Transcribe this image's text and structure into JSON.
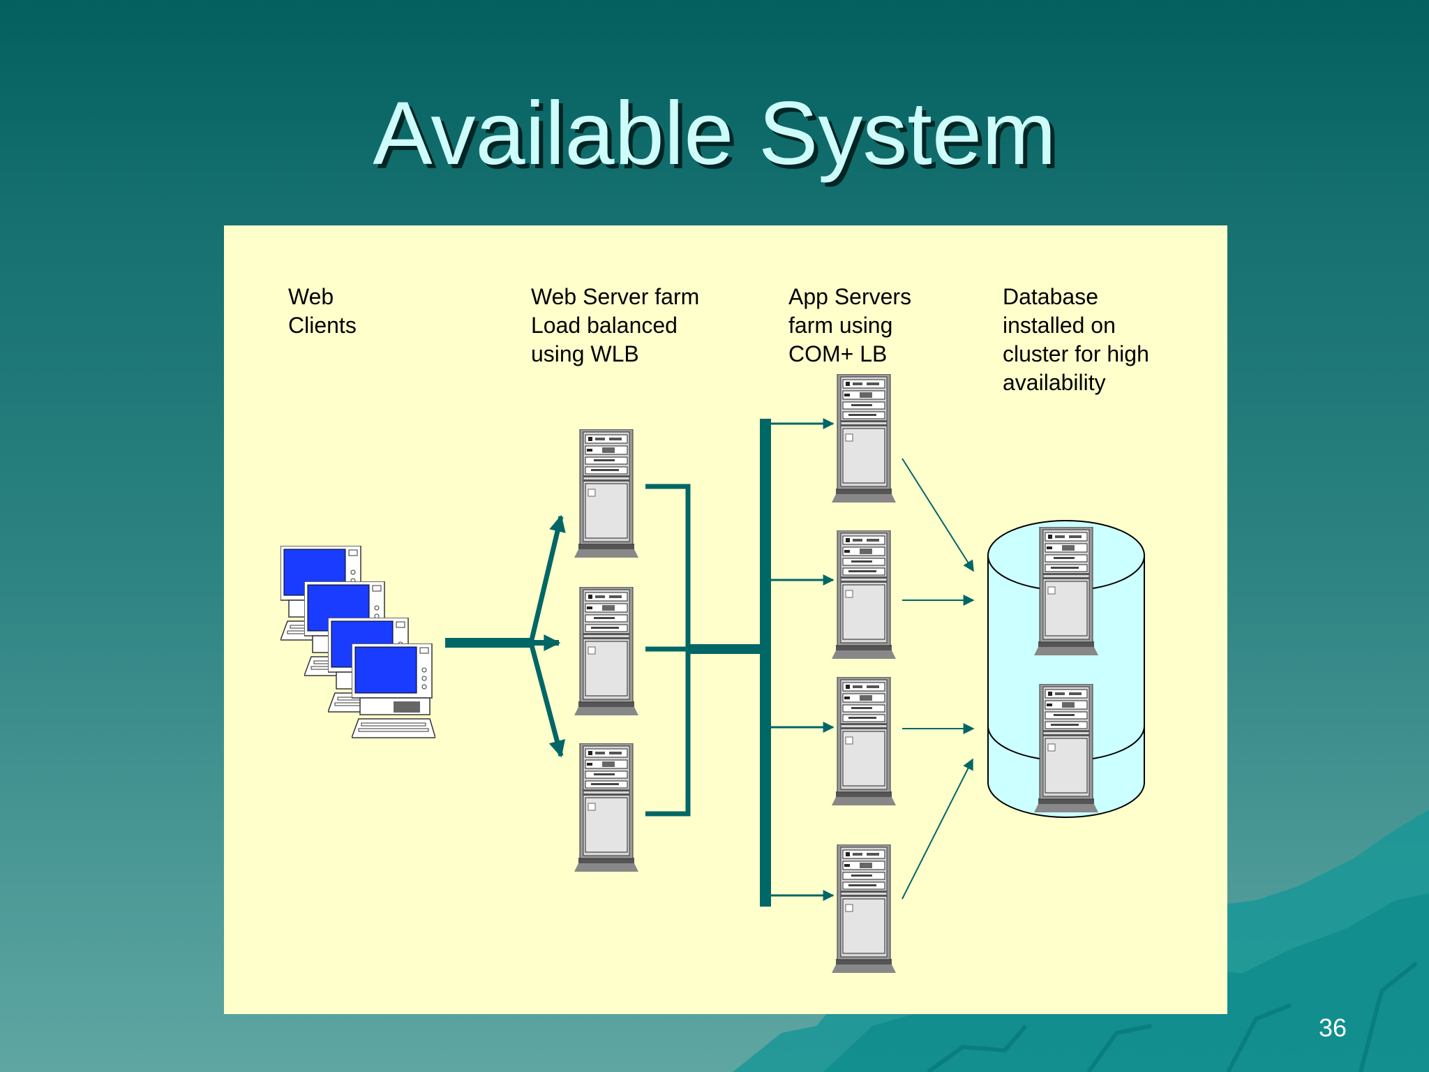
{
  "slide": {
    "title": "Available System",
    "number": "36"
  },
  "diagram": {
    "columns": [
      {
        "id": "clients",
        "label": "Web\nClients"
      },
      {
        "id": "web",
        "label": "Web Server farm\nLoad balanced\nusing WLB"
      },
      {
        "id": "app",
        "label": "App Servers\nfarm using\nCOM+ LB"
      },
      {
        "id": "db",
        "label": "Database\ninstalled on\ncluster  for high\navailability"
      }
    ],
    "counts": {
      "client_computers": 4,
      "web_servers": 3,
      "app_servers": 4,
      "db_cluster_nodes": 2
    },
    "colors": {
      "panel": "#ffffcc",
      "connector": "#006666",
      "screen": "#1a3cff",
      "cluster_fill": "#ccffff",
      "title": "#cdfcfb"
    },
    "icons": [
      "desktop-computer-icon",
      "tower-server-icon",
      "database-cylinder-icon"
    ]
  }
}
